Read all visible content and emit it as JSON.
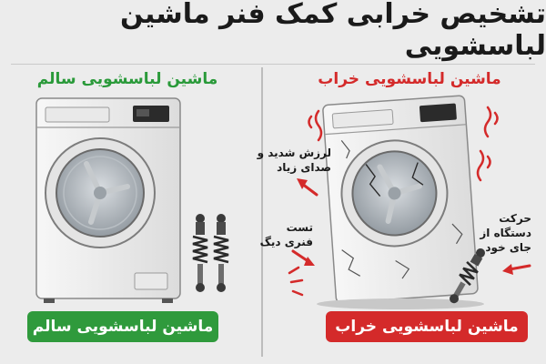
{
  "title": "تشخیص خرابی کمک فنر ماشین لباسشویی",
  "panels": {
    "healthy": {
      "heading": "ماشین لباسشویی سالم",
      "badge": "ماشین لباسشویی سالم",
      "accent": "#2f9a3c"
    },
    "broken": {
      "heading": "ماشین لباسشویی خراب",
      "badge": "ماشین لباسشویی خراب",
      "accent": "#d42a2a",
      "labels": {
        "vibration": "لرزش شدید و صدای زیاد",
        "pot_test": "تست فنری دیگ",
        "device_move": "حرکت دستگاه از جای خود"
      }
    }
  },
  "icons": [
    "washing-machine-icon",
    "shock-absorber-icon",
    "crack-icon",
    "arrow-icon",
    "vibration-mark-icon"
  ]
}
